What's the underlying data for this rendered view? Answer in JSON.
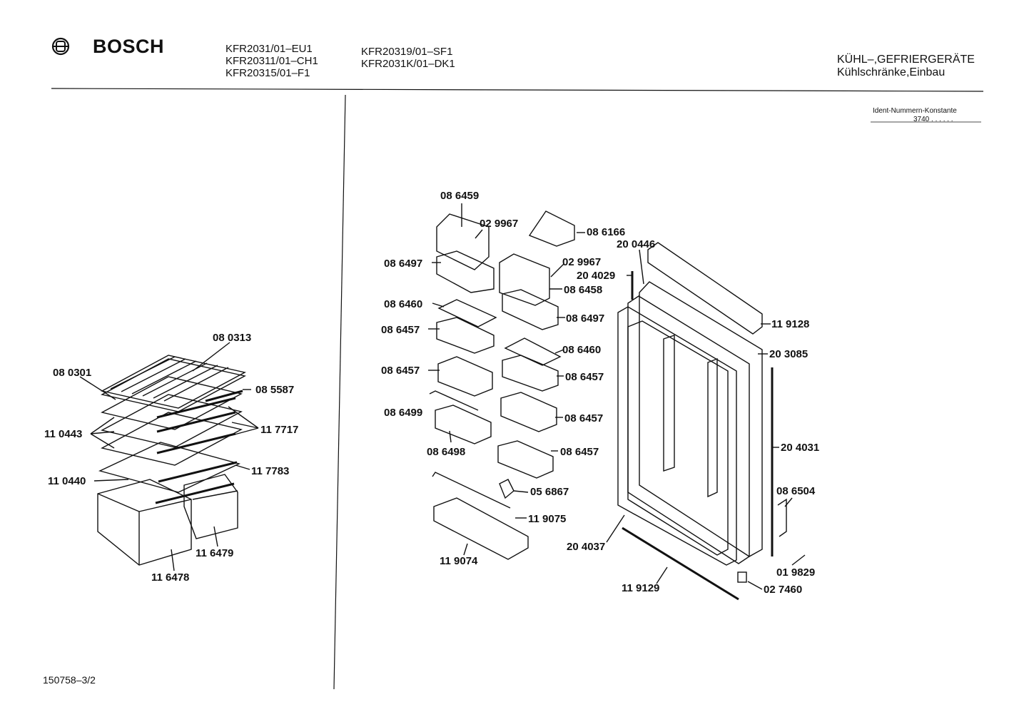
{
  "header": {
    "brand": "BOSCH",
    "logo_icon": "bosch-armature-logo",
    "models_col1": [
      "KFR2031/01–EU1",
      "KFR20311/01–CH1",
      "KFR20315/01–F1"
    ],
    "models_col2": [
      "KFR20319/01–SF1",
      "KFR2031K/01–DK1"
    ],
    "category_line1": "KÜHL–,GEFRIERGERÄTE",
    "category_line2": "Kühlschränke,Einbau",
    "ident_label": "Ident-Nummern-Konstante",
    "ident_value": "3740  . .  . . . ."
  },
  "footer": {
    "doc_number": "150758–3/2"
  },
  "parts": {
    "p080313": "08 0313",
    "p080301": "08 0301",
    "p085587": "08 5587",
    "p110443": "11 0443",
    "p117717": "11 7717",
    "p110440": "11 0440",
    "p117783": "11 7783",
    "p116479": "11 6479",
    "p116478": "11 6478",
    "p086459": "08 6459",
    "p029967a": "02 9967",
    "p086166": "08 6166",
    "p086497a": "08 6497",
    "p029967b": "02 9967",
    "p086458": "08 6458",
    "p086460a": "08 6460",
    "p086497b": "08 6497",
    "p086457a": "08 6457",
    "p086460b": "08 6460",
    "p086457b": "08 6457",
    "p086457c": "08 6457",
    "p086499": "08 6499",
    "p086457d": "08 6457",
    "p086498": "08 6498",
    "p086457e": "08 6457",
    "p056867": "05 6867",
    "p119075": "11 9075",
    "p119074": "11 9074",
    "p200446": "20 0446",
    "p204029": "20 4029",
    "p119128": "11 9128",
    "p203085": "20 3085",
    "p204031": "20 4031",
    "p086504": "08 6504",
    "p204037": "20 4037",
    "p019829": "01 9829",
    "p119129": "11 9129",
    "p027460": "02 7460"
  }
}
